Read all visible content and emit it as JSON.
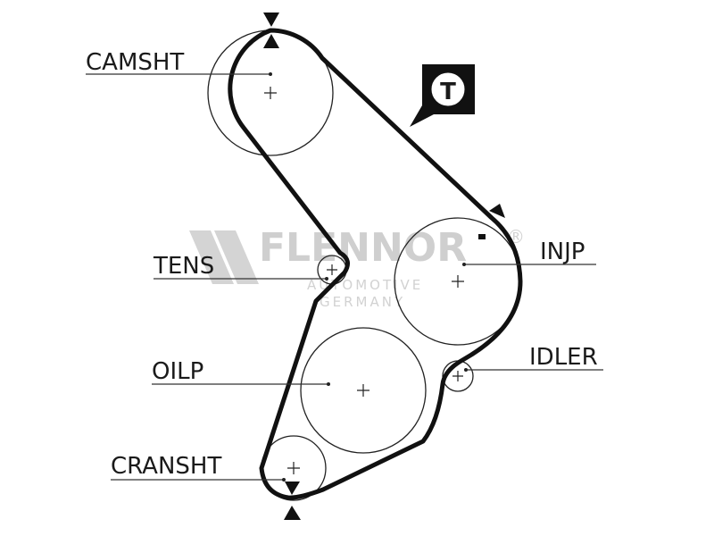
{
  "labels": {
    "camshaft": "CAMSHT",
    "tensioner": "TENS",
    "oil_pump": "OILP",
    "crankshaft": "CRANSHT",
    "injection_pump": "INJP",
    "idler": "IDLER"
  },
  "tensioner_badge": "T",
  "watermark": {
    "brand": "FLENNOR",
    "registered": "®",
    "line1": "AUTOMOTIVE",
    "line2": "GERMANY"
  },
  "colors": {
    "belt": "#111111",
    "pulley": "#222222",
    "label_line": "#333333",
    "watermark": "#cfcfcf"
  }
}
